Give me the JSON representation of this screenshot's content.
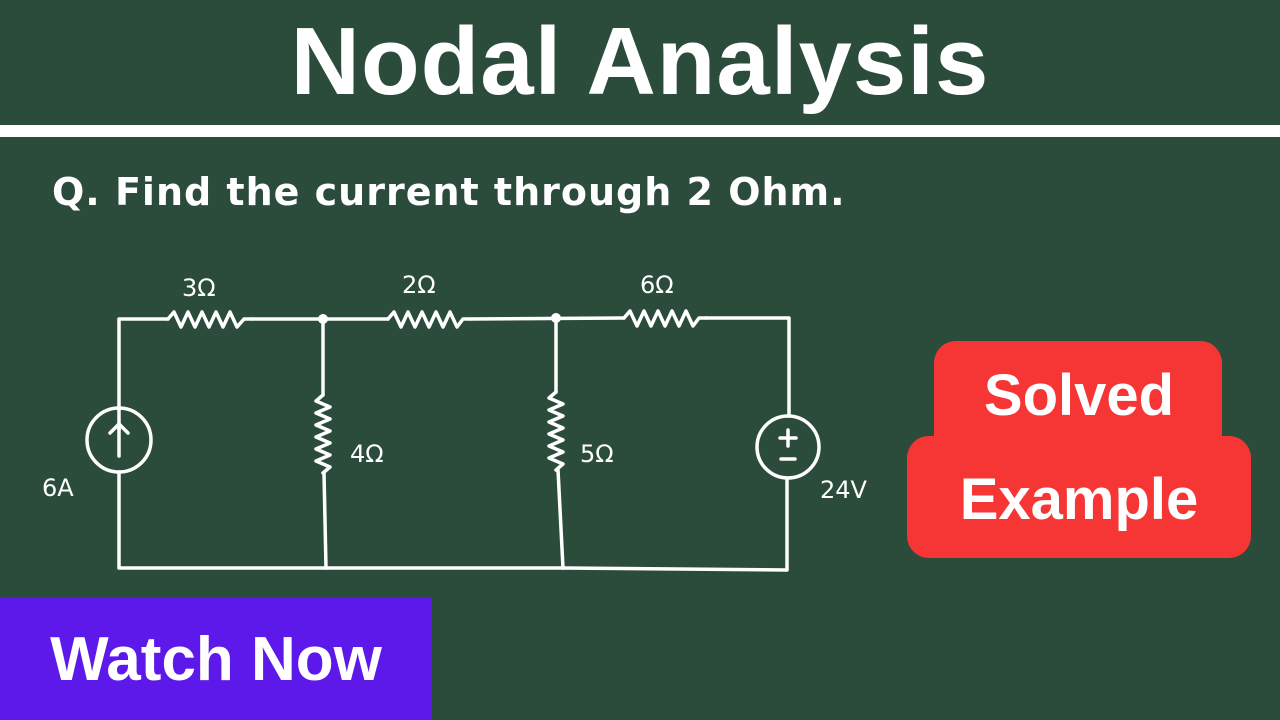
{
  "header": {
    "title": "Nodal Analysis"
  },
  "question": {
    "text": "Q. Find the current through 2 Ohm."
  },
  "circuit": {
    "resistors": [
      {
        "id": "R1",
        "label": "3Ω",
        "orientation": "horizontal"
      },
      {
        "id": "R2",
        "label": "2Ω",
        "orientation": "horizontal"
      },
      {
        "id": "R3",
        "label": "6Ω",
        "orientation": "horizontal"
      },
      {
        "id": "R4",
        "label": "4Ω",
        "orientation": "vertical"
      },
      {
        "id": "R5",
        "label": "5Ω",
        "orientation": "vertical"
      }
    ],
    "current_source": {
      "label": "6A",
      "direction": "up"
    },
    "voltage_source": {
      "label": "24V",
      "polarity": "+ top / - bottom"
    }
  },
  "badge": {
    "line1": "Solved",
    "line2": "Example",
    "color": "#f63535"
  },
  "cta": {
    "label": "Watch Now",
    "color": "#5c19ea"
  },
  "colors": {
    "background": "#2c4c3b",
    "text": "#ffffff"
  }
}
